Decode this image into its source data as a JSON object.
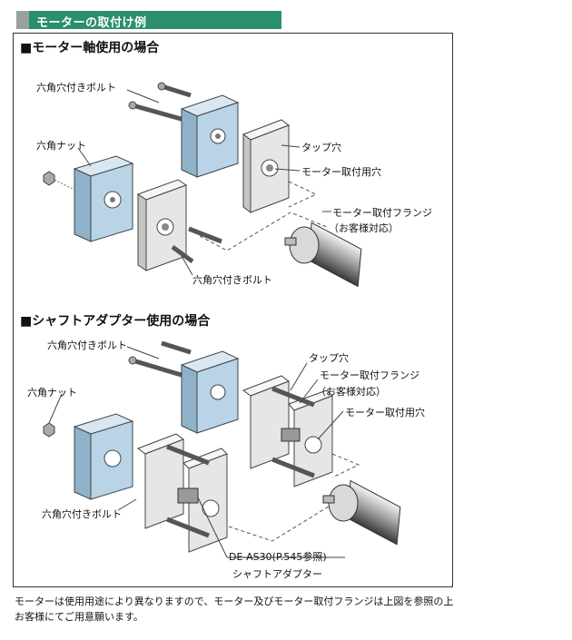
{
  "header": {
    "title": "モーターの取付け例"
  },
  "section1": {
    "title": "■モーター軸使用の場合",
    "labels": {
      "bolt_top": "六角穴付きボルト",
      "nut": "六角ナット",
      "tap_hole": "タップ穴",
      "motor_mount_hole": "モーター取付用穴",
      "motor_flange": "モーター取付フランジ",
      "customer_support": "（お客様対応）",
      "bolt_bottom": "六角穴付きボルト"
    }
  },
  "section2": {
    "title": "■シャフトアダプター使用の場合",
    "labels": {
      "bolt_top": "六角穴付きボルト",
      "tap_hole": "タップ穴",
      "motor_flange": "モーター取付フランジ",
      "customer_support": "（お客様対応）",
      "nut": "六角ナット",
      "motor_mount_hole": "モーター取付用穴",
      "bolt_bottom": "六角穴付きボルト",
      "adapter_model": "DE-AS30(P.545参照)",
      "shaft_adapter": "シャフトアダプター"
    }
  },
  "footnote": {
    "line1": "モーターは使用用途により異なりますので、モーター及びモーター取付フランジは上図を参照の上",
    "line2": "お客様にてご用意願います。"
  },
  "colors": {
    "header_bg": "#2a8f6a",
    "block_fill": "#b9d4e6",
    "plate_fill": "#ececec"
  }
}
